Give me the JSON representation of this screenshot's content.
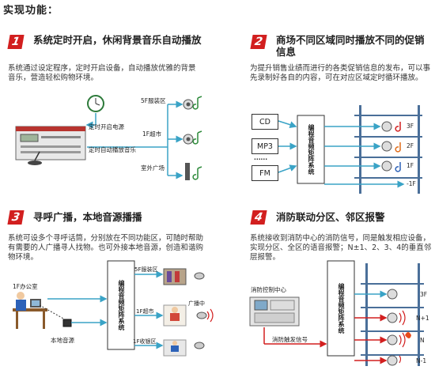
{
  "page_title": "实现功能：",
  "colors": {
    "accent_red": "#d21f1f",
    "arrow_blue": "#3aa3c6",
    "building": "#4a6f99"
  },
  "sections": [
    {
      "number": "1",
      "title": "系统定时开启，休闲背景音乐自动播放",
      "description": "系统通过设定程序，定时开启设备，自动播放优雅的背景音乐，营造轻松购物环境。",
      "labels": {
        "timer_on": "定时开启电源",
        "timer_play": "定时自动播放音乐",
        "zone_5f": "5F服装区",
        "zone_1f": "1F超市",
        "zone_outdoor": "室外广场"
      }
    },
    {
      "number": "2",
      "title": "商场不同区域同时播放不同的促销信息",
      "description": "为提升销售业绩而进行的各类促销信息的发布，可以事先录制好各自的内容，可在对应区域定时循环播放。",
      "sources": [
        "CD",
        "MP3",
        "······",
        "FM"
      ],
      "matrix": "编程音频矩阵系统",
      "floors": [
        "3F",
        "2F",
        "1F",
        "-1F"
      ]
    },
    {
      "number": "3",
      "title": "寻呼广播，本地音源播播",
      "description": "系统可设多个寻呼话筒，分别放在不同功能区，可随时帮助有需要的人广播寻人找物。也可外接本地音源，创造和谐购物环境。",
      "labels": {
        "office": "1F办公室",
        "local_source": "本地音源",
        "zone_5f": "5F服装区",
        "zone_1f": "1F超市",
        "broadcasting": "广播中",
        "zone_1f_cashier": "1F收银区"
      },
      "matrix": "编程音频矩阵系统"
    },
    {
      "number": "4",
      "title": "消防联动分区、邻区报警",
      "description": "系统接收到消防中心的消防信号，同是触发相应设备，实现分区、全区的语音报警；N±1、2、3、4的垂直邻层报警。",
      "labels": {
        "fire_center": "消防控制中心",
        "fire_signal": "消防触发信号"
      },
      "matrix": "编程音频矩阵系统",
      "floors": [
        "3F",
        "N+1",
        "N",
        "N-1"
      ]
    }
  ]
}
